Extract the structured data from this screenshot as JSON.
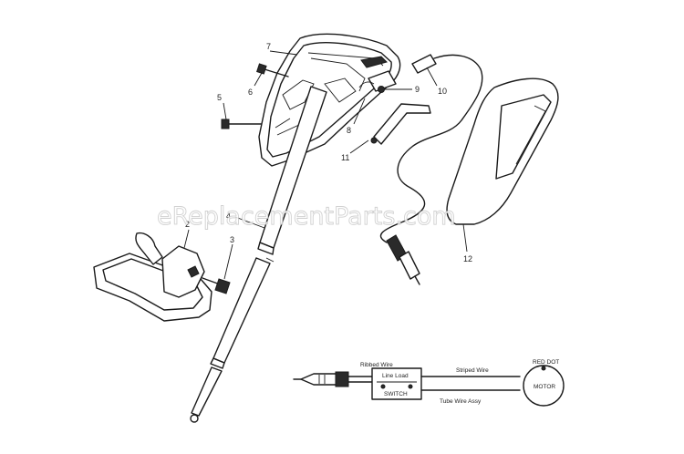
{
  "watermark": "eReplacementParts.com",
  "callouts": {
    "c2": "2",
    "c3": "3",
    "c4": "4",
    "c5": "5",
    "c6": "6",
    "c7": "7",
    "c8": "8",
    "c9": "9",
    "c10": "10",
    "c11": "11",
    "c12": "12"
  },
  "wiring": {
    "ribbed_wire": "Ribbed Wire",
    "striped_wire": "Striped Wire",
    "red_dot": "RED DOT",
    "line_load": "Line Load",
    "switch": "SWITCH",
    "motor": "MOTOR",
    "tube_wire_assy": "Tube Wire Assy"
  }
}
